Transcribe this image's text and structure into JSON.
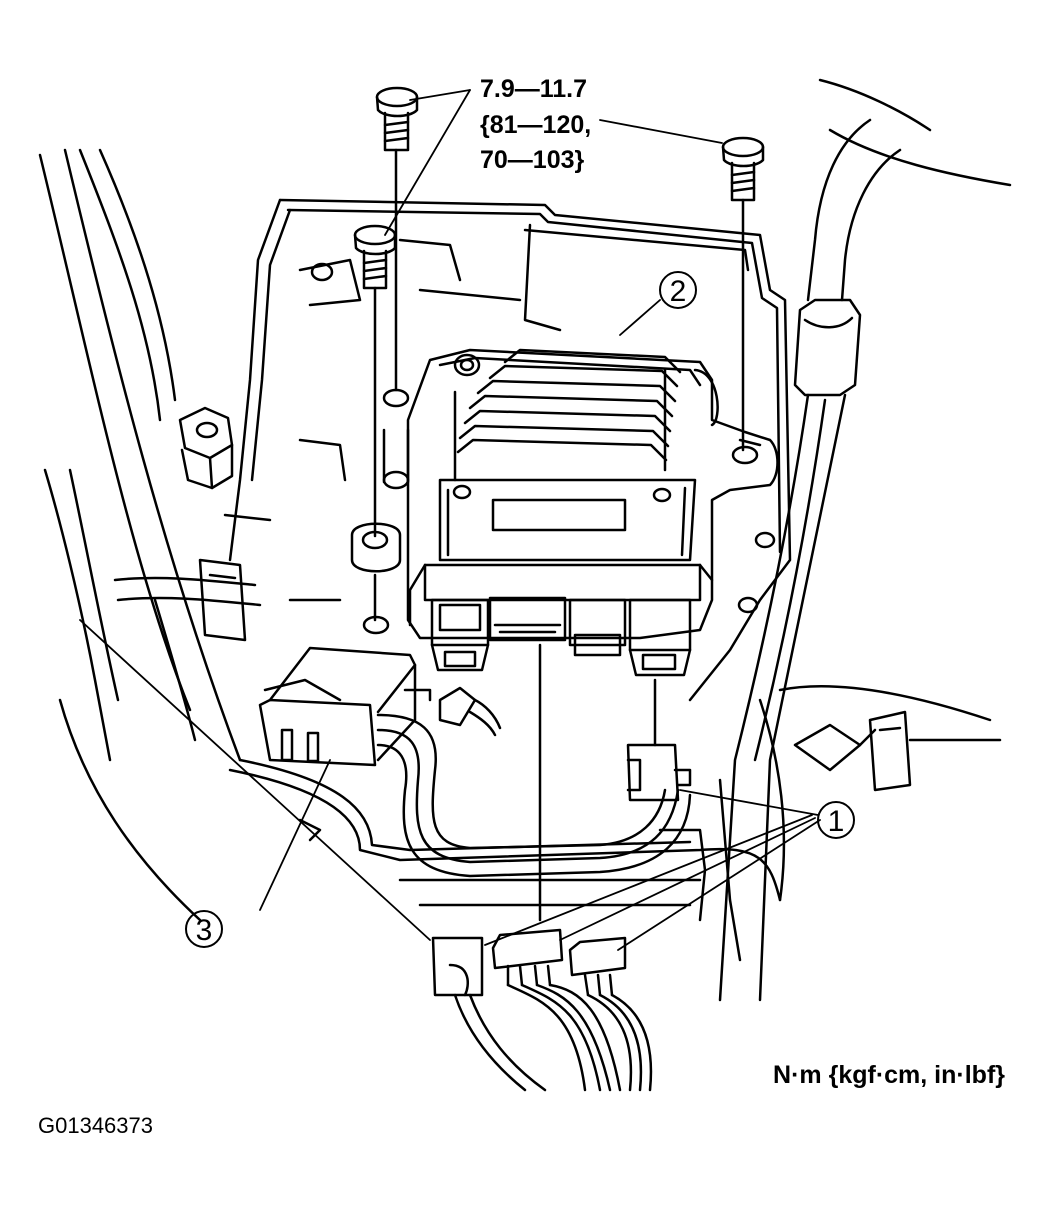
{
  "torque": {
    "line1": "7.9—11.7",
    "line2": "{81—120,",
    "line3": "70—103}"
  },
  "units_note": "N·m {kgf·cm, in·lbf}",
  "figure_code": "G01346373",
  "callouts": {
    "one": "1",
    "two": "2",
    "three": "3"
  }
}
